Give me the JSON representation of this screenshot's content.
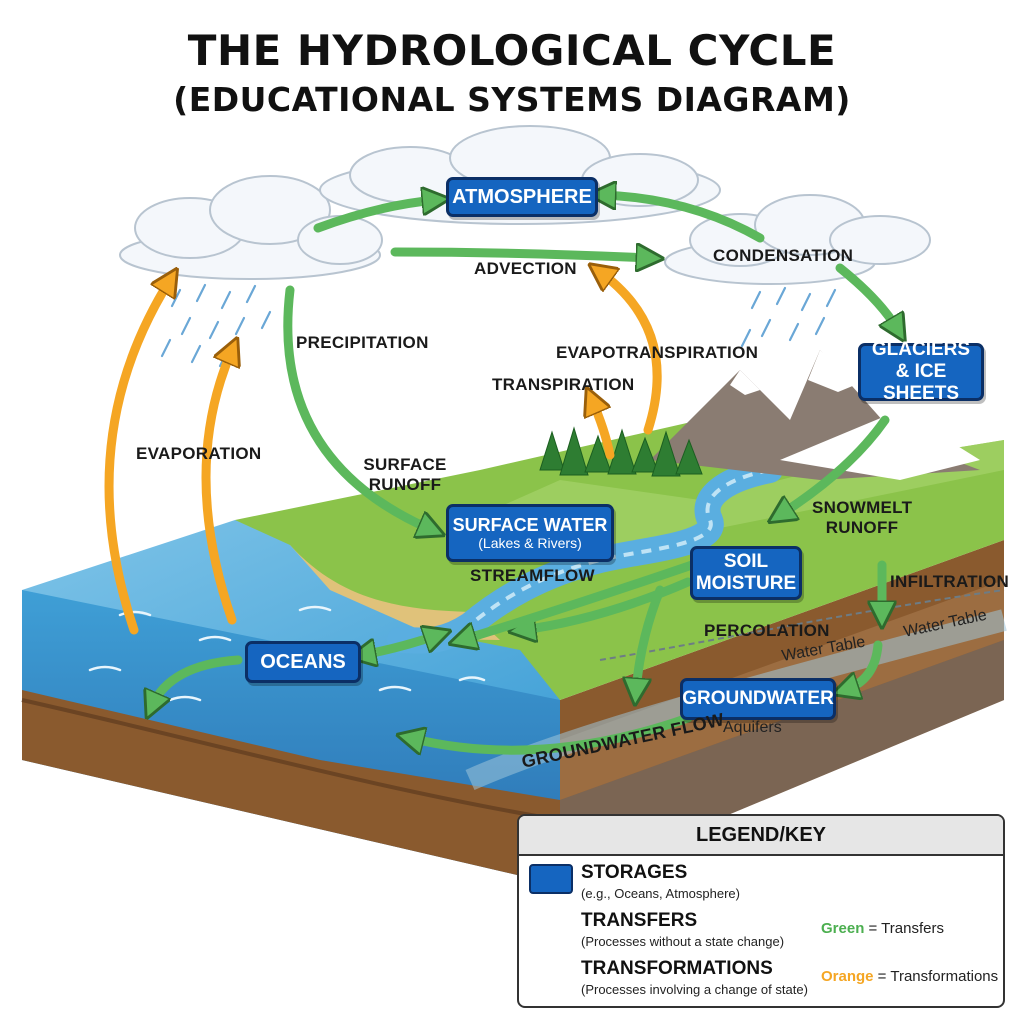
{
  "title": {
    "line1": "THE HYDROLOGICAL CYCLE",
    "line2": "(EDUCATIONAL SYSTEMS DIAGRAM)"
  },
  "storages": {
    "atmosphere": "ATMOSPHERE",
    "glaciers": "GLACIERS & ICE SHEETS",
    "surface_water": "SURFACE WATER",
    "surface_water_sub": "(Lakes & Rivers)",
    "soil_moisture": "SOIL MOISTURE",
    "oceans": "OCEANS",
    "groundwater": "GROUNDWATER"
  },
  "process_labels": {
    "advection": "ADVECTION",
    "condensation": "CONDENSATION",
    "precipitation": "PRECIPITATION",
    "evapotranspiration": "EVAPOTRANSPIRATION",
    "transpiration": "TRANSPIRATION",
    "evaporation": "EVAPORATION",
    "surface_runoff": "SURFACE RUNOFF",
    "streamflow": "STREAMFLOW",
    "snowmelt_runoff": "SNOWMELT RUNOFF",
    "infiltration": "INFILTRATION",
    "percolation": "PERCOLATION",
    "groundwater_flow": "GROUNDWATER FLOW"
  },
  "feature_labels": {
    "water_table_1": "Water Table",
    "water_table_2": "Water Table",
    "aquifers": "Aquifers"
  },
  "legend": {
    "title": "LEGEND/KEY",
    "storages": "STORAGES",
    "storages_desc": "(e.g., Oceans, Atmosphere)",
    "transfers": "TRANSFERS",
    "transfers_desc": "(Processes without a state change)",
    "transformations": "TRANSFORMATIONS",
    "transformations_desc": "(Processes involving a change of state)",
    "green_word": "Green",
    "green_rest": " = Transfers",
    "orange_word": "Orange",
    "orange_rest": " = Transformations"
  },
  "colors": {
    "storage": "#1565c0",
    "transfer": "#5cb85c",
    "transformation": "#f5a623"
  },
  "icons": [
    "cloud-icon",
    "rain-icon",
    "mountain-icon",
    "tree-icon",
    "green-arrow-icon",
    "orange-arrow-icon"
  ]
}
